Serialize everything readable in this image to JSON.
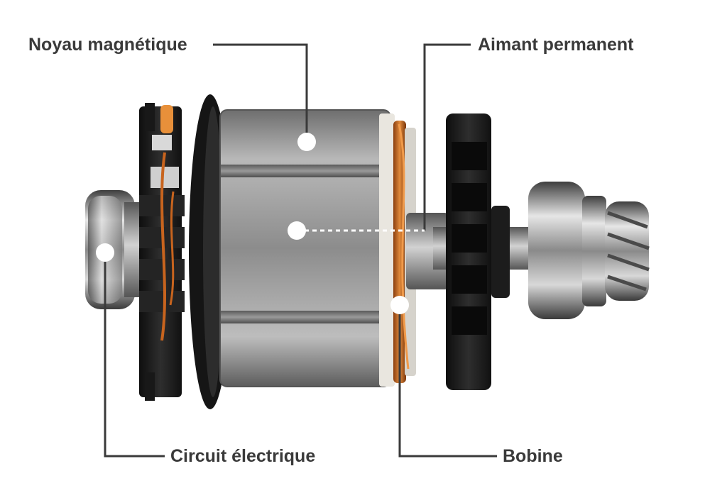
{
  "labels": {
    "core": "Noyau magnétique",
    "magnet": "Aimant permanent",
    "circuit": "Circuit électrique",
    "coil": "Bobine"
  },
  "colors": {
    "label_text": "#3a3a3a",
    "leader_line": "#3a3a3a",
    "marker": "#ffffff",
    "copper": "#c8641e",
    "steel": "#8c8c8c",
    "plastic_black": "#1b1b1b"
  }
}
